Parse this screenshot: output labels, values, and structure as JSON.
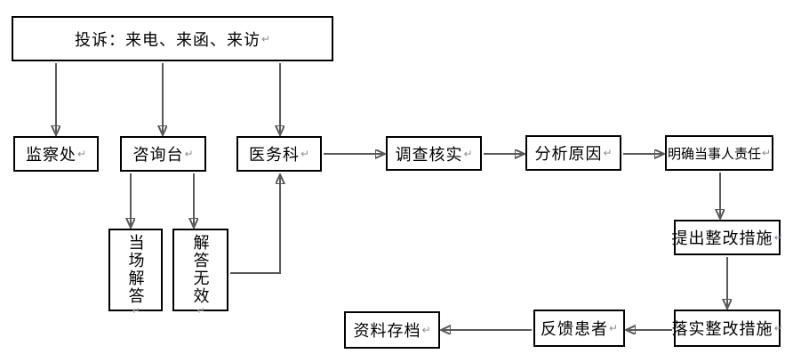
{
  "diagram": {
    "title": "complaint-handling-flowchart",
    "return_mark": "↵",
    "colors": {
      "background": "#ffffff",
      "box_border": "#000000",
      "box_fill": "#ffffff",
      "text": "#000000",
      "connector_line": "#595959",
      "arrowhead": "#000000",
      "return_mark": "#8a9199"
    },
    "nodes": {
      "complaint": {
        "label": "投诉：来电、来函、来访"
      },
      "supervision": {
        "label": "监察处"
      },
      "consult": {
        "label": "咨询台"
      },
      "medical": {
        "label": "医务科"
      },
      "investigate": {
        "label": "调查核实"
      },
      "analyze": {
        "label": "分析原因"
      },
      "clarify": {
        "label": "明确当事人责任"
      },
      "propose": {
        "label": "提出整改措施"
      },
      "implement": {
        "label": "落实整改措施"
      },
      "feedback": {
        "label": "反馈患者"
      },
      "archive": {
        "label": "资料存档"
      },
      "onsite": {
        "label": "当场解答"
      },
      "invalid": {
        "label": "解答无效"
      }
    },
    "edges": [
      "complaint→supervision",
      "complaint→consult",
      "complaint→medical",
      "consult→onsite",
      "consult→invalid",
      "invalid→medical",
      "medical→investigate",
      "investigate→analyze",
      "analyze→clarify",
      "clarify→propose",
      "propose→implement",
      "implement→feedback",
      "feedback→archive"
    ]
  }
}
